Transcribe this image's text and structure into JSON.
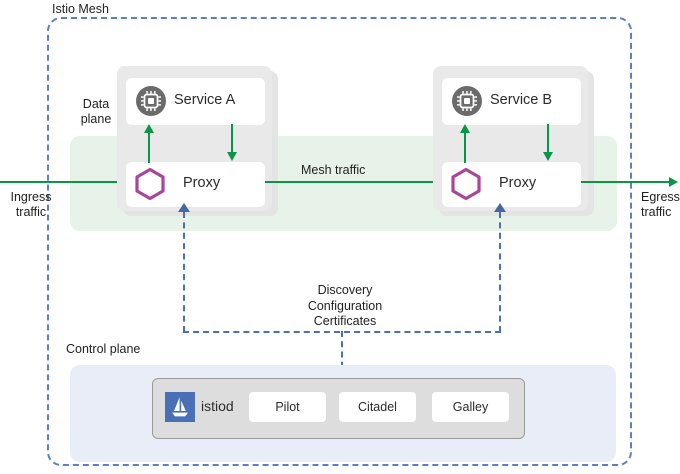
{
  "diagram": {
    "title": "Istio Mesh",
    "planes": {
      "data_plane_label": "Data\nplane",
      "data_plane_label_line1": "Data",
      "data_plane_label_line2": "plane",
      "control_plane_label": "Control plane"
    },
    "traffic": {
      "ingress_line1": "Ingress",
      "ingress_line2": "traffic",
      "egress_line1": "Egress",
      "egress_line2": "traffic",
      "mesh_label": "Mesh traffic"
    },
    "pods": [
      {
        "service_label": "Service A",
        "proxy_label": "Proxy",
        "service_icon": "cpu-chip-icon",
        "proxy_icon": "hexagon-icon"
      },
      {
        "service_label": "Service B",
        "proxy_label": "Proxy",
        "service_icon": "cpu-chip-icon",
        "proxy_icon": "hexagon-icon"
      }
    ],
    "control_channel": {
      "line1": "Discovery",
      "line2": "Configuration",
      "line3": "Certificates"
    },
    "control_plane": {
      "istiod_label": "istiod",
      "istiod_icon": "sailboat-logo",
      "components": [
        "Pilot",
        "Citadel",
        "Galley"
      ]
    },
    "colors": {
      "mesh_border": "#5b7fc4",
      "data_plane_band": "#e7f2e8",
      "control_plane_band": "#e9edf7",
      "traffic_green": "#0a9646",
      "proxy_purple": "#a8479a",
      "service_gray": "#6b6b6b",
      "istiod_blue": "#4a6fb5",
      "pod_gray": "#e9e9e9"
    }
  }
}
